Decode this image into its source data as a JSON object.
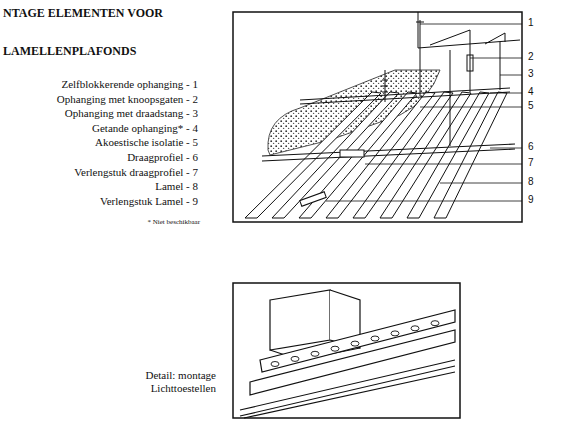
{
  "diagram": {
    "title": "NTAGE ELEMENTEN VOOR LAMELLENPLAFONDS",
    "caption": "Detail: montage Lichttoestellen",
    "labels": [
      "Zelfblokkerende ophanging - 1",
      "Ophanging met knoopsgaten - 2",
      "Ophanging met draadstang - 3",
      "Getande ophanging* - 4",
      "Akoestische isolatie - 5",
      "Draagprofiel - 6",
      "Verlengstuk draagprofiel - 7",
      "Lamel - 8",
      "Verlengstuk Lamel - 9",
      "* Niet beschikbaar",
      "1",
      "2",
      "3",
      "4",
      "5",
      "6",
      "7",
      "8",
      "9"
    ]
  }
}
